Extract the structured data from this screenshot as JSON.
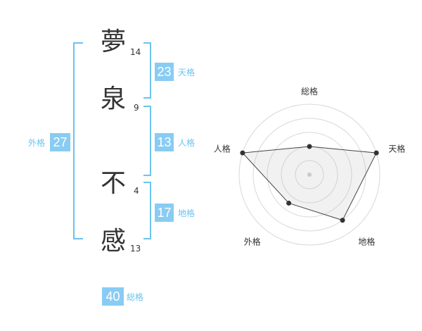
{
  "accent": "#6cc3ee",
  "badge_color": "#88ccf3",
  "name_chars": [
    {
      "char": "夢",
      "strokes": "14"
    },
    {
      "char": "泉",
      "strokes": "9"
    },
    {
      "char": "不",
      "strokes": "4"
    },
    {
      "char": "感",
      "strokes": "13"
    }
  ],
  "grades": {
    "tenkaku": {
      "value": "23",
      "label": "天格"
    },
    "jinkaku": {
      "value": "13",
      "label": "人格"
    },
    "chikaku": {
      "value": "17",
      "label": "地格"
    },
    "gaikaku": {
      "value": "27",
      "label": "外格"
    },
    "soukaku": {
      "value": "40",
      "label": "総格"
    }
  },
  "radar": {
    "axes": [
      "総格",
      "天格",
      "地格",
      "外格",
      "人格"
    ],
    "values": [
      2,
      5,
      4,
      2.5,
      5
    ],
    "max": 5
  }
}
